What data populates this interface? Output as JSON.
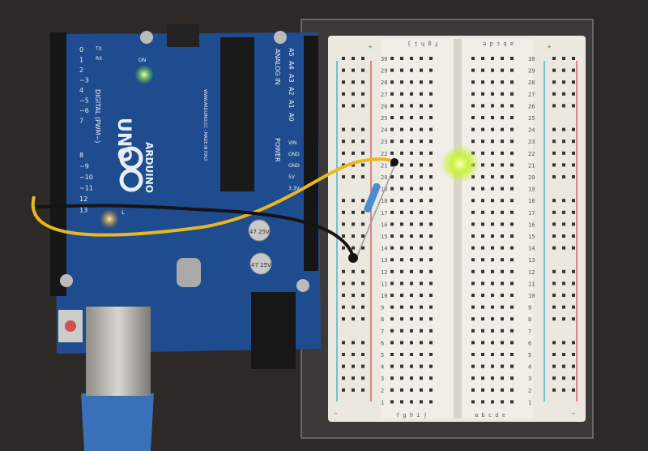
{
  "board": {
    "model": "UNO",
    "brand": "ARDUINO",
    "digital_label": "DIGITAL (PWM~)",
    "analog_label": "ANALOG IN",
    "power_label": "POWER",
    "site": "WWW.ARDUINO.CC - MADE IN ITALY",
    "tx": "TX",
    "rx": "RX",
    "on": "ON",
    "l": "L",
    "analog_pins": [
      "A0",
      "A1",
      "A2",
      "A3",
      "A4",
      "A5"
    ],
    "power_pins": [
      "VIN",
      "GND",
      "GND",
      "5V",
      "3.3V"
    ],
    "digital_pins": [
      "0",
      "1",
      "2",
      "~3",
      "4",
      "~5",
      "~6",
      "7",
      "8",
      "~9",
      "~10",
      "~11",
      "12",
      "13"
    ],
    "capacitor_label": "47 25V"
  },
  "breadboard": {
    "left_letters": "f g h i j",
    "right_letters": "a b c d e",
    "rows": 30,
    "plus": "+",
    "minus": "−"
  },
  "colors": {
    "board": "#1f4c8e",
    "led": "#d8ff50",
    "yellow_wire": "#e8b820",
    "black_wire": "#141414"
  }
}
